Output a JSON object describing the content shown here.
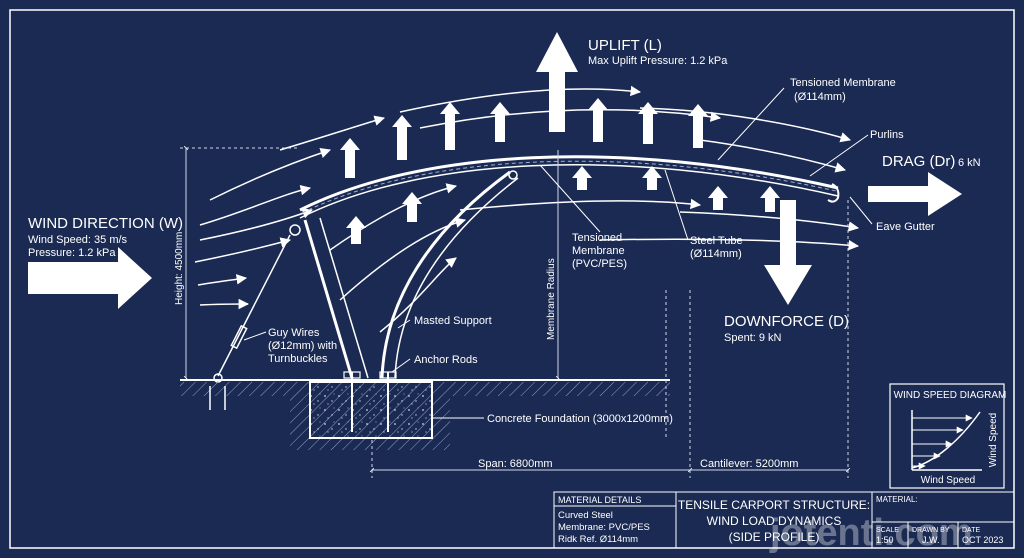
{
  "wind": {
    "title": "WIND DIRECTION (W)",
    "speed": "Wind Speed: 35 m/s",
    "pressure": "Pressure: 1.2 kPa"
  },
  "uplift": {
    "title": "UPLIFT (L)",
    "sub": "Max Uplift Pressure: 1.2 kPa"
  },
  "drag": {
    "title": "DRAG (Dr)",
    "value": "6 kN"
  },
  "downforce": {
    "title": "DOWNFORCE (D)",
    "value": "Spent: 9 kN"
  },
  "labels": {
    "membrane_top_1": "Tensioned Membrane",
    "membrane_top_2": "(Ø114mm)",
    "purlins": "Purlins",
    "eave_gutter": "Eave Gutter",
    "membrane_mid_1": "Tensioned",
    "membrane_mid_2": "Membrane",
    "membrane_mid_3": "(PVC/PES)",
    "steel_tube_1": "Steel Tube",
    "steel_tube_2": "(Ø114mm)",
    "membrane_radius": "Membrane Radius",
    "height": "Height: 4500mm",
    "guy_wires_1": "Guy Wires",
    "guy_wires_2": "(Ø12mm) with",
    "guy_wires_3": "Turnbuckles",
    "masted_support": "Masted Support",
    "anchor_rods": "Anchor Rods",
    "concrete_foundation": "Concrete Foundation (3000x1200mm)",
    "span": "Span: 6800mm",
    "cantilever": "Cantilever: 5200mm"
  },
  "speed_diagram": {
    "title": "WIND SPEED DIAGRAM",
    "axis_y": "Wind Speed",
    "axis_x": "Wind Speed"
  },
  "title_block": {
    "material_details": "MATERIAL DETAILS",
    "mat_line1": "Curved Steel",
    "mat_line2": "Membrane: PVC/PES",
    "mat_line3": "Ridk Ref. Ø114mm",
    "title1": "TENSILE CARPORT STRUCTURE:",
    "title2": "WIND LOAD DYNAMICS",
    "title3": "(SIDE PROFILE)",
    "material_label": "MATERIAL:",
    "scale_label": "SCALE",
    "scale_value": "1:50",
    "drawn_label": "DRAWN BY",
    "drawn_value": "J.W.",
    "date_label": "DATE",
    "date_value": "OCT 2023"
  },
  "watermark": "jotenti.com",
  "colors": {
    "background": "#1b2a52",
    "line": "#ffffff",
    "dim": "#cfd8ea"
  }
}
